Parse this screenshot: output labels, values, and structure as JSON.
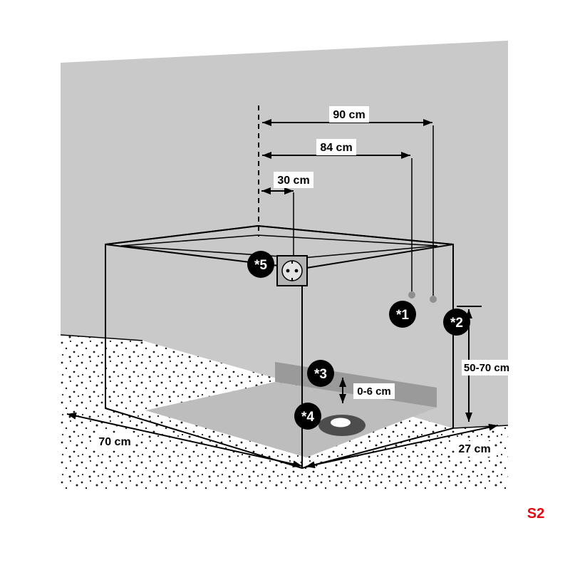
{
  "figure": {
    "code": "S2",
    "colors": {
      "wall": "#c9c9c9",
      "box_fill": "#ffffff",
      "line": "#000000",
      "tray_floor": "#bdbdbd",
      "back_band": "#9a9a9a",
      "drain": "#4d4d4d",
      "drain_hole": "#ffffff",
      "ref_dot": "#8f8f8f",
      "outlet_fill": "#b3b3b3",
      "socket_face": "#e3e3e3",
      "badge": "#000000",
      "badge_text": "#ffffff",
      "label_bg": "#ffffff",
      "code_red": "#e30613"
    },
    "dimensions": {
      "top_width": "90 cm",
      "mid_width": "84 cm",
      "outlet_offset": "30 cm",
      "height_range": "50-70 cm",
      "gap_range": "0-6 cm",
      "depth_left": "70 cm",
      "depth_right": "27 cm"
    },
    "markers": {
      "m1": "*1",
      "m2": "*2",
      "m3": "*3",
      "m4": "*4",
      "m5": "*5"
    }
  }
}
